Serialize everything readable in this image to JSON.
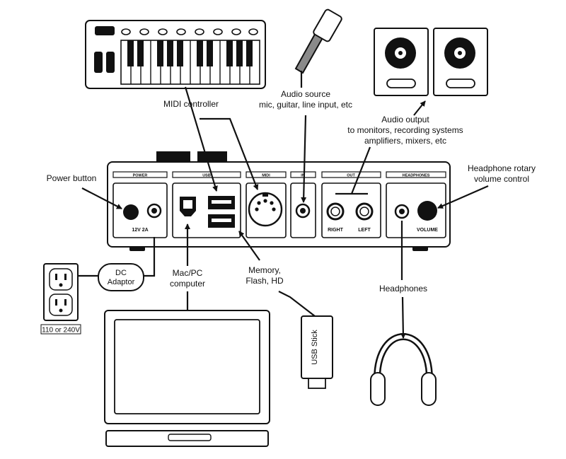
{
  "labels": {
    "midi_controller": "MIDI controller",
    "audio_source_line1": "Audio source",
    "audio_source_line2": "mic, guitar, line input, etc",
    "audio_output_line1": "Audio output",
    "audio_output_line2": "to monitors, recording systems",
    "audio_output_line3": "amplifiers, mixers, etc",
    "power_button": "Power button",
    "headphone_rotary_line1": "Headphone rotary",
    "headphone_rotary_line2": "volume control",
    "dc_adaptor_line1": "DC",
    "dc_adaptor_line2": "Adaptor",
    "mac_pc_line1": "Mac/PC",
    "mac_pc_line2": "computer",
    "memory_line1": "Memory,",
    "memory_line2": "Flash, HD",
    "headphones": "Headphones",
    "voltage": "110 or 240V",
    "usb_stick": "USB  Stick"
  },
  "panel": {
    "section_power": "POWER",
    "section_usb": "USB",
    "section_midi": "MIDI",
    "section_in": "IN",
    "section_out": "OUT",
    "section_headphones": "HEADPHONES",
    "power_rating": "12V 2A",
    "out_right": "RIGHT",
    "out_left": "LEFT",
    "volume": "VOLUME"
  },
  "colors": {
    "line": "#111111",
    "background": "#ffffff",
    "fill_dark": "#111111",
    "mic_handle": "#8a8a8a"
  }
}
